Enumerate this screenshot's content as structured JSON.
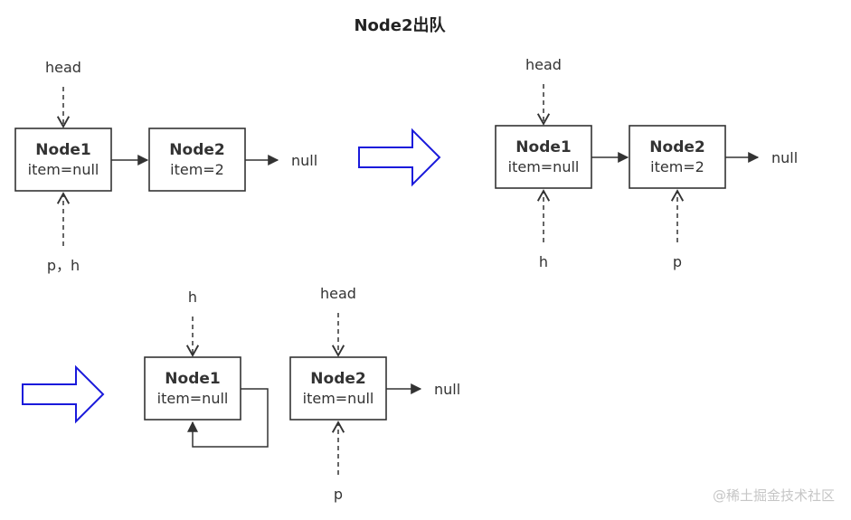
{
  "title": "Node2出队",
  "node_label": {
    "node1": "Node1",
    "node2": "Node2",
    "item_null": "item=null",
    "item_2": "item=2"
  },
  "pointers": {
    "head": "head",
    "p_h": "p，h",
    "h": "h",
    "p": "p",
    "null": "null"
  },
  "watermark": "@稀土掘金技术社区",
  "colors": {
    "accent_arrow": "#1a1adb",
    "stroke": "#333333"
  }
}
